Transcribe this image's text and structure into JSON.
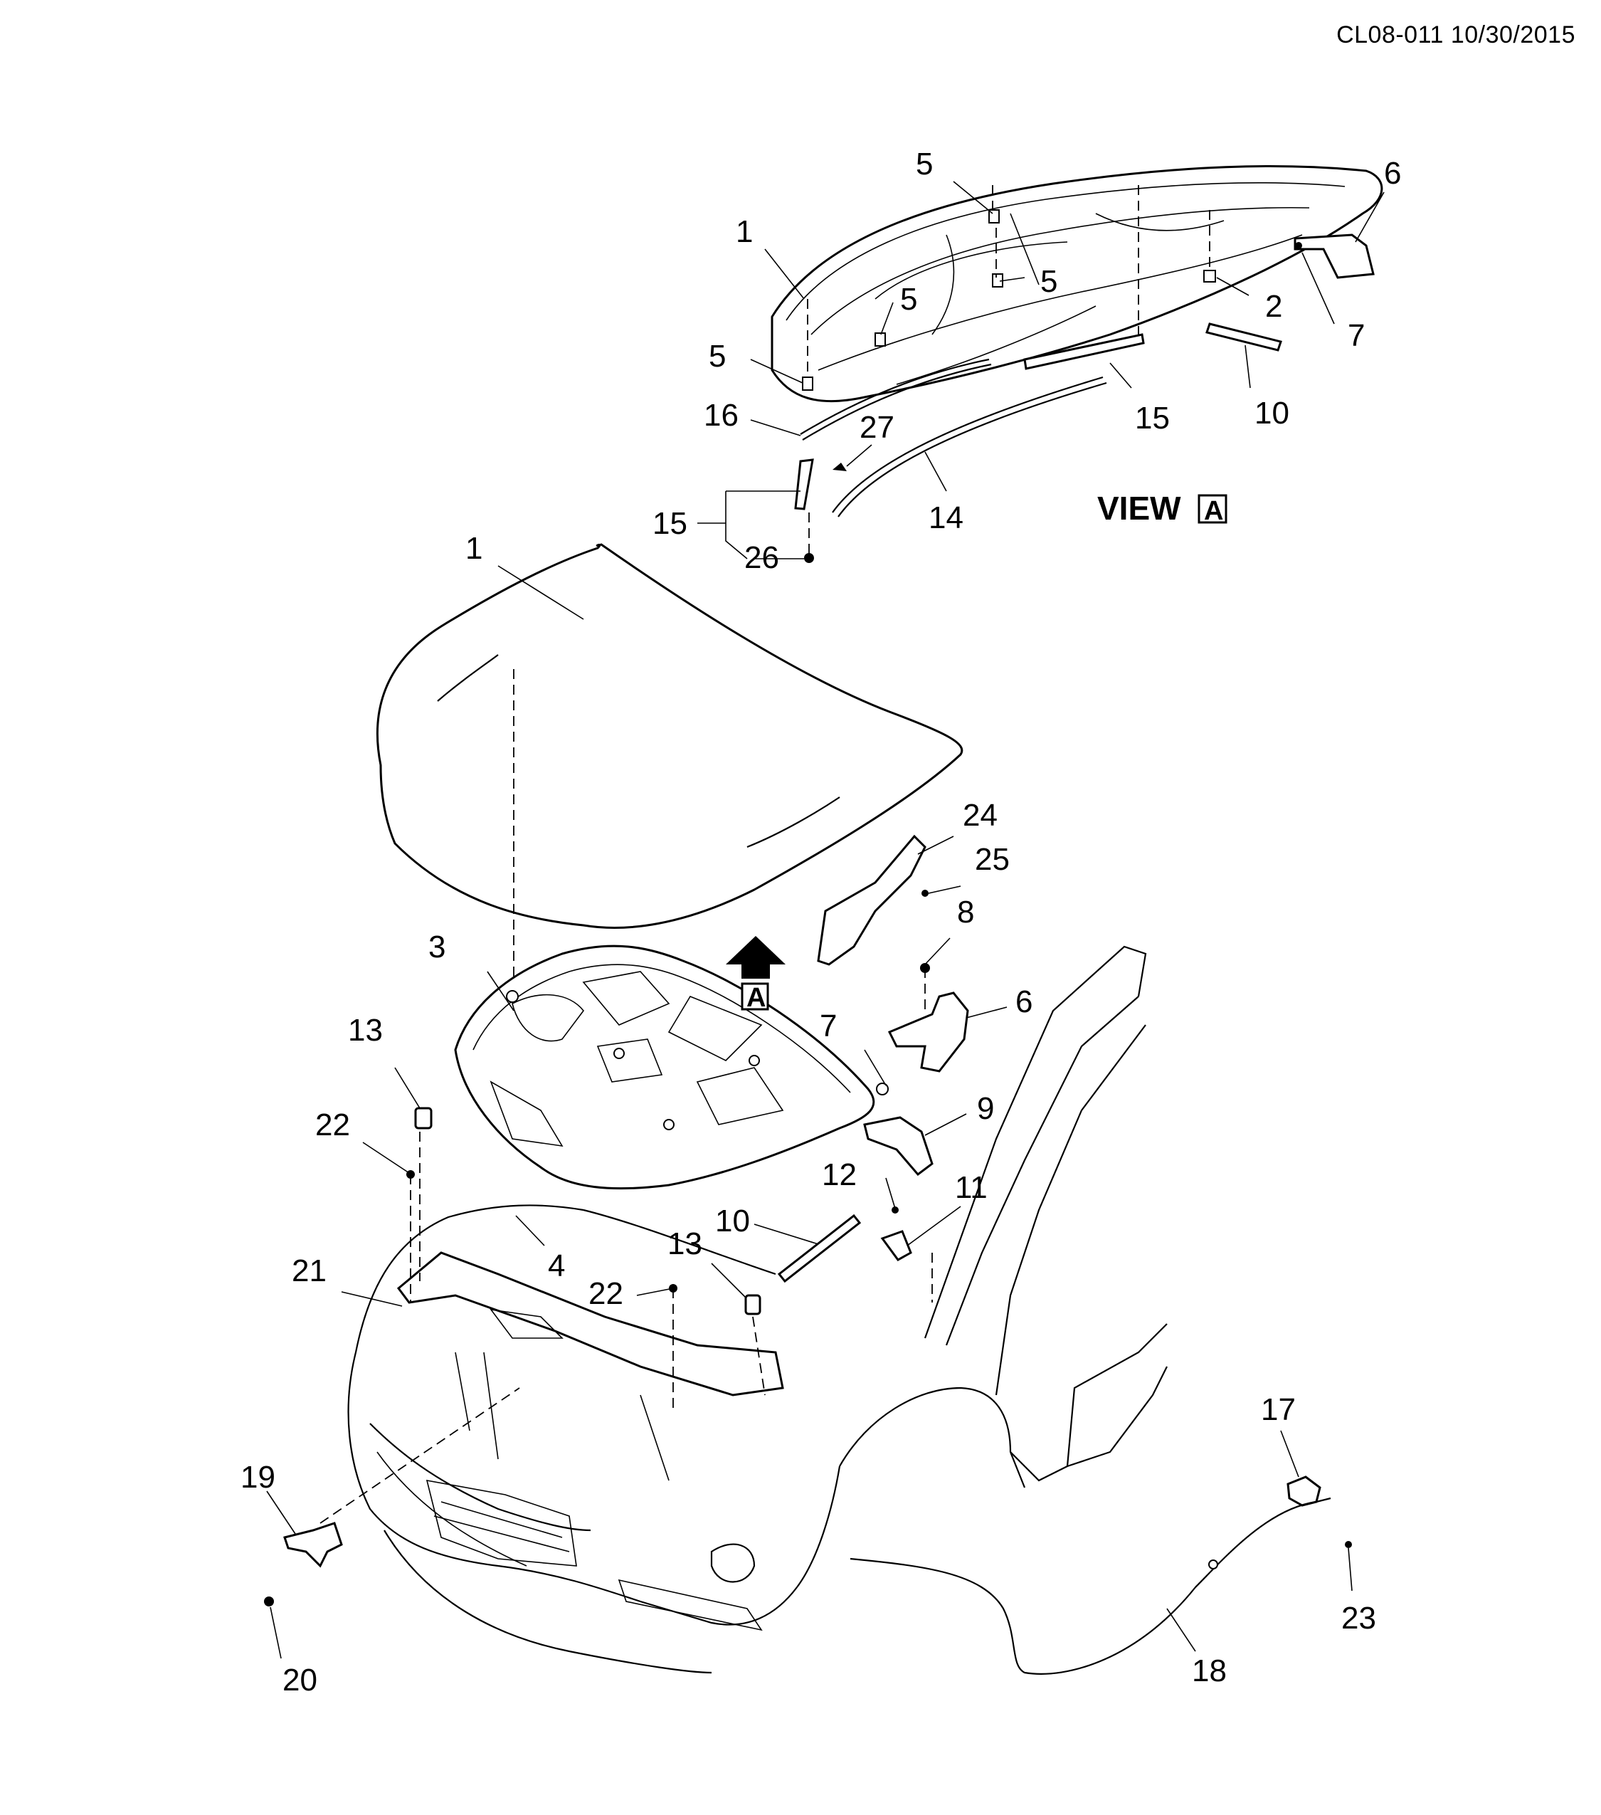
{
  "document_code": "CL08-011 10/30/2015",
  "view_label": "VIEW",
  "view_letter": "A",
  "arrow_letter": "A",
  "callouts": {
    "c1_top": "1",
    "c5_top": "5",
    "c6_top": "6",
    "c5_mid_right": "5",
    "c5_mid": "5",
    "c2_top": "2",
    "c7_top": "7",
    "c5_left": "5",
    "c10_top": "10",
    "c16_top": "16",
    "c15_top_right": "15",
    "c27_top": "27",
    "c14_top": "14",
    "c15_bracket": "15",
    "c26_top": "26",
    "c1_hood": "1",
    "c24": "24",
    "c25": "25",
    "c8": "8",
    "c3": "3",
    "c6_main": "6",
    "c7_main": "7",
    "c13_left": "13",
    "c9": "9",
    "c22_left": "22",
    "c12": "12",
    "c11": "11",
    "c10_main": "10",
    "c13_mid": "13",
    "c4": "4",
    "c21": "21",
    "c22_mid": "22",
    "c17": "17",
    "c19": "19",
    "c20": "20",
    "c18": "18",
    "c23": "23"
  }
}
